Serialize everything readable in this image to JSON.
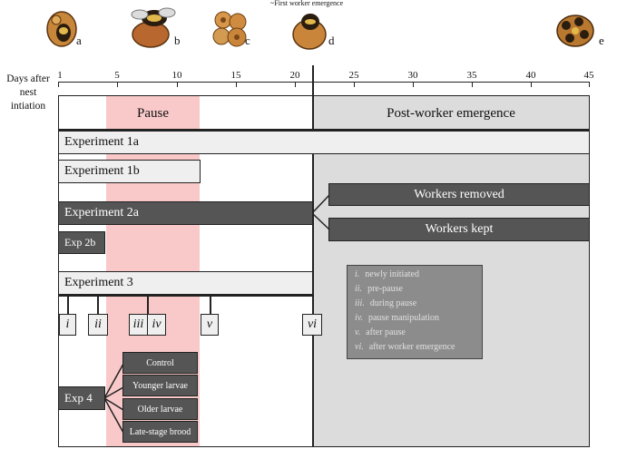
{
  "top_annotation": "~First worker emergence",
  "axis": {
    "label_line1": "Days after",
    "label_line2": "nest",
    "label_line3": "intiation",
    "ticks": [
      "1",
      "5",
      "10",
      "15",
      "20",
      "25",
      "30",
      "35",
      "40",
      "45"
    ]
  },
  "illustrations": [
    {
      "label": "a",
      "icon": "queen-nest-icon"
    },
    {
      "label": "b",
      "icon": "queen-brood-icon"
    },
    {
      "label": "c",
      "icon": "brood-cells-icon"
    },
    {
      "label": "d",
      "icon": "nest-with-queen-icon"
    },
    {
      "label": "e",
      "icon": "mature-colony-icon"
    }
  ],
  "regions": {
    "pause": "Pause",
    "post_worker": "Post-worker emergence"
  },
  "experiments": {
    "exp1a": "Experiment 1a",
    "exp1b": "Experiment 1b",
    "exp2a": "Experiment 2a",
    "workers_removed": "Workers removed",
    "workers_kept": "Workers kept",
    "exp2b": "Exp 2b",
    "exp3": "Experiment 3",
    "exp4": "Exp 4"
  },
  "timepoints": [
    "i",
    "ii",
    "iii",
    "iv",
    "v",
    "vi"
  ],
  "exp4_treatments": [
    "Control",
    "Younger larvae",
    "Older larvae",
    "Late-stage brood"
  ],
  "legend": [
    {
      "num": "i.",
      "text": "newly initiated"
    },
    {
      "num": "ii.",
      "text": "pre-pause"
    },
    {
      "num": "iii.",
      "text": "during pause"
    },
    {
      "num": "iv.",
      "text": "pause manipulation"
    },
    {
      "num": "v.",
      "text": "after pause"
    },
    {
      "num": "vi.",
      "text": "after worker emergence"
    }
  ],
  "colors": {
    "pause": "#f9c9c9",
    "post_worker": "#dcdcdc",
    "dark_box": "#555555",
    "light_box": "#efefef",
    "legend_box": "#8c8c8c"
  }
}
